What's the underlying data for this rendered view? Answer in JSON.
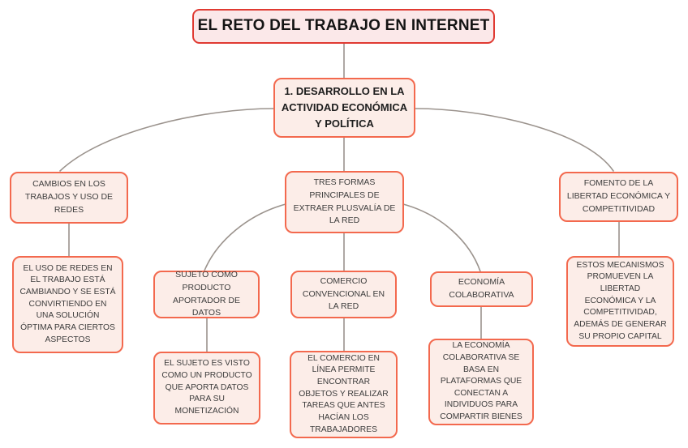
{
  "theme": {
    "background": "#ffffff",
    "title_border": "#e03a32",
    "title_fill": "#fbe8e9",
    "node_border": "#f3694e",
    "node_fill": "#fcede8",
    "connector": "#9b938d",
    "node_text": "#3d3d3d",
    "title_text": "#141414"
  },
  "diagram": {
    "title": "EL RETO DEL TRABAJO EN INTERNET",
    "root": "1. DESARROLLO EN LA ACTIVIDAD ECONÓMICA Y POLÍTICA",
    "branch_left": "CAMBIOS EN LOS TRABAJOS Y USO DE REDES",
    "branch_left_detail": "EL USO DE REDES EN EL TRABAJO ESTÁ CAMBIANDO Y SE ESTÁ CONVIRTIENDO EN UNA SOLUCIÓN ÓPTIMA PARA CIERTOS ASPECTOS",
    "branch_center": "TRES FORMAS PRINCIPALES DE EXTRAER PLUSVALÍA DE LA RED",
    "sub_sujeto": "SUJETO COMO PRODUCTO APORTADOR DE DATOS",
    "sub_sujeto_detail": "EL SUJETO ES VISTO COMO UN PRODUCTO QUE APORTA DATOS PARA SU MONETIZACIÓN",
    "sub_comercio": "COMERCIO CONVENCIONAL EN LA RED",
    "sub_comercio_detail": "EL COMERCIO EN LÍNEA PERMITE ENCONTRAR OBJETOS Y REALIZAR TAREAS QUE ANTES HACÍAN LOS TRABAJADORES",
    "sub_economia": "ECONOMÍA COLABORATIVA",
    "sub_economia_detail": "LA ECONOMÍA COLABORATIVA SE BASA EN PLATAFORMAS QUE CONECTAN A INDIVIDUOS PARA COMPARTIR BIENES",
    "branch_right": "FOMENTO DE LA LIBERTAD ECONÓMICA Y COMPETITIVIDAD",
    "branch_right_detail": "ESTOS MECANISMOS PROMUEVEN LA LIBERTAD ECONÓMICA Y LA COMPETITIVIDAD, ADEMÁS DE GENERAR SU PROPIO CAPITAL"
  }
}
